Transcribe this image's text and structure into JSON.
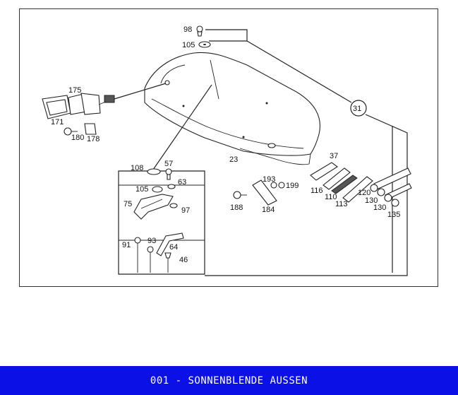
{
  "footer": {
    "title": "001 - SONNENBLENDE AUSSEN"
  },
  "parts": {
    "p98": "98",
    "p105a": "105",
    "p31": "31",
    "p175": "175",
    "p171": "171",
    "p180": "180",
    "p178": "178",
    "p23": "23",
    "p37": "37",
    "p108": "108",
    "p57": "57",
    "p105b": "105",
    "p63": "63",
    "p75": "75",
    "p97": "97",
    "p91": "91",
    "p93": "93",
    "p64": "64",
    "p46": "46",
    "p193": "193",
    "p199": "199",
    "p188": "188",
    "p184": "184",
    "p116": "116",
    "p110": "110",
    "p113": "113",
    "p120": "120",
    "p130a": "130",
    "p130b": "130",
    "p135": "135"
  }
}
